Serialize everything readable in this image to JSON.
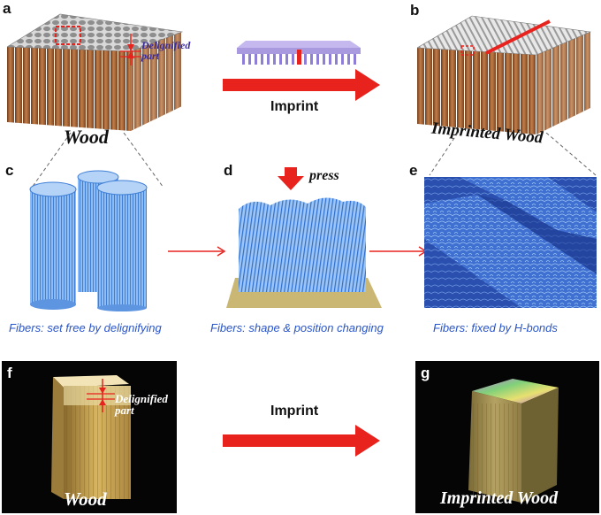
{
  "panels": {
    "a": {
      "letter": "a",
      "label": "Wood",
      "annotation": "Delignified part"
    },
    "b": {
      "letter": "b",
      "label": "Imprinted Wood"
    },
    "c": {
      "letter": "c",
      "caption": "Fibers: set free by delignifying"
    },
    "d": {
      "letter": "d",
      "press": "press",
      "caption": "Fibers: shape & position  changing"
    },
    "e": {
      "letter": "e",
      "caption": "Fibers: fixed by H-bonds"
    },
    "f": {
      "letter": "f",
      "label": "Wood",
      "annotation": "Delignified part"
    },
    "g": {
      "letter": "g",
      "label": "Imprinted Wood"
    }
  },
  "arrows": {
    "top": "Imprint",
    "bottom": "Imprint"
  },
  "colors": {
    "arrow_red": "#e8231d",
    "wood_brown": "#a9683a",
    "fiber_blue": "#5f9be8",
    "caption_blue": "#2a55c8",
    "label_purple": "#3a2d9a"
  }
}
